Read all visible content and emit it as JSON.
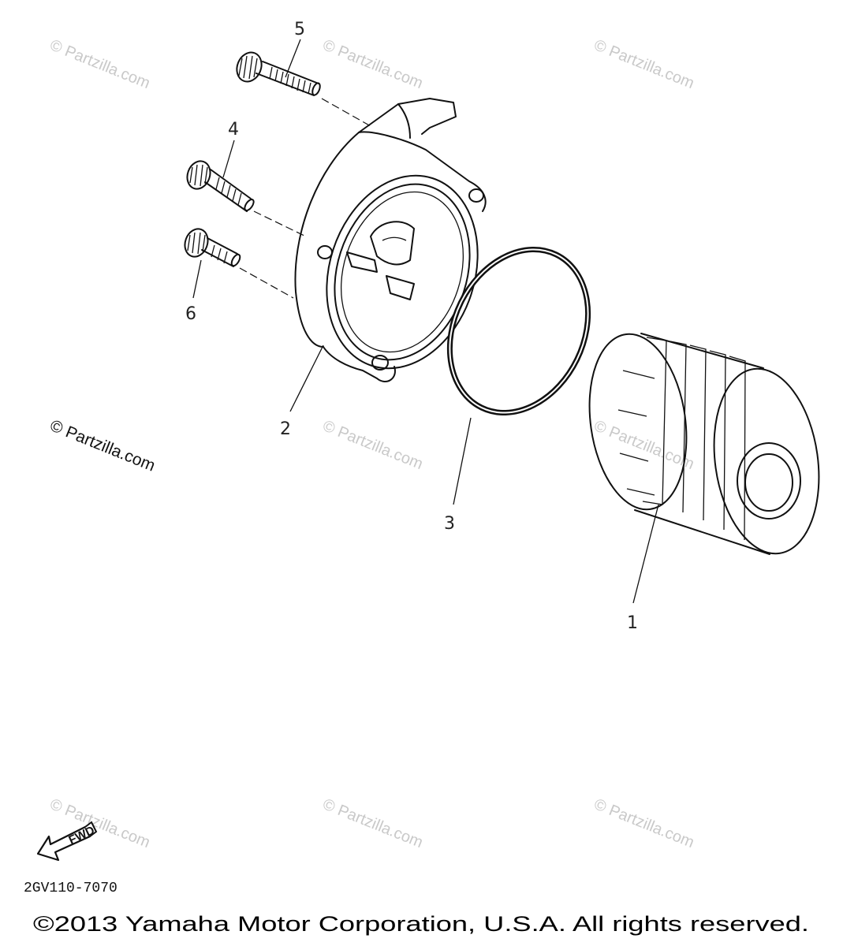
{
  "watermarks": {
    "text": "© Partzilla.com",
    "featured": "© Partzilla.com"
  },
  "callouts": {
    "c1": "1",
    "c2": "2",
    "c3": "3",
    "c4": "4",
    "c5": "5",
    "c6": "6"
  },
  "direction": {
    "label": "FWD"
  },
  "diagram_code": "2GV110-7070",
  "copyright": "©2013  Yamaha Motor Corporation, U.S.A. All rights reserved.",
  "colors": {
    "line": "#111111",
    "watermark": "#c9c9c9",
    "background": "#ffffff"
  },
  "icons": {
    "direction": "fwd-arrow-icon"
  }
}
